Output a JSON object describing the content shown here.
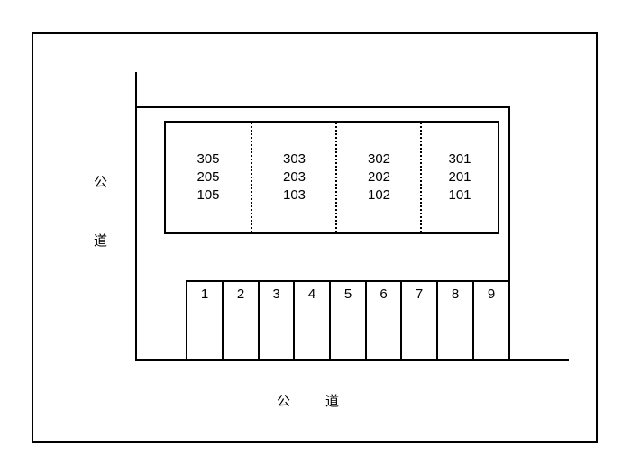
{
  "road_left": {
    "char1": "公",
    "char2": "道"
  },
  "road_bottom": {
    "char1": "公",
    "char2": "道"
  },
  "building": {
    "units": [
      {
        "floors": [
          "305",
          "205",
          "105"
        ]
      },
      {
        "floors": [
          "303",
          "203",
          "103"
        ]
      },
      {
        "floors": [
          "302",
          "202",
          "102"
        ]
      },
      {
        "floors": [
          "301",
          "201",
          "101"
        ]
      }
    ]
  },
  "parking": {
    "slots": [
      "1",
      "2",
      "3",
      "4",
      "5",
      "6",
      "7",
      "8",
      "9"
    ]
  }
}
